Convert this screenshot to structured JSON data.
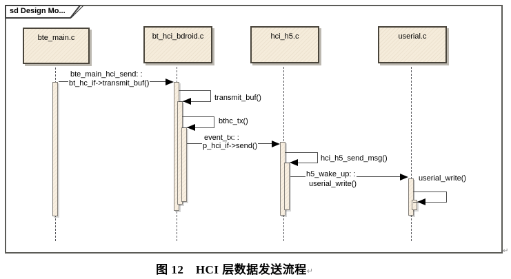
{
  "frame": {
    "tab_label": "sd Design Mo...",
    "bottom_return_mark": "↵"
  },
  "lifelines": [
    {
      "label": "bte_main.c"
    },
    {
      "label": "bt_hci_bdroid.c"
    },
    {
      "label": "hci_h5.c"
    },
    {
      "label": "userial.c"
    }
  ],
  "messages": [
    {
      "name": "bte_main_hci_send",
      "line1": "bte_main_hci_send: :",
      "line2": "bt_hc_if->transmit_buf()"
    },
    {
      "name": "transmit_buf",
      "label": "transmit_buf()"
    },
    {
      "name": "bthc_tx",
      "label": "bthc_tx()"
    },
    {
      "name": "event_tx",
      "line1": "event_tx: :",
      "line2": "p_hci_if->send()"
    },
    {
      "name": "hci_h5_send_msg",
      "label": "hci_h5_send_msg()"
    },
    {
      "name": "h5_wake_up",
      "line1": "h5_wake_up: :",
      "line2": "userial_write()"
    },
    {
      "name": "userial_write",
      "label": "userial_write()"
    }
  ],
  "caption": {
    "text": "图 12　HCI 层数据发送流程",
    "return_mark": "↵"
  },
  "colors": {
    "box_fill": "#f5ecdb",
    "box_border": "#49443a",
    "activation_fill": "#f8efe1",
    "activation_border": "#84807a",
    "message_line": "#3d3d3d",
    "arrowhead": "#000000",
    "frame_border": "#5b5b57",
    "shadow": "#bcb8b0",
    "background": "#ffffff"
  }
}
